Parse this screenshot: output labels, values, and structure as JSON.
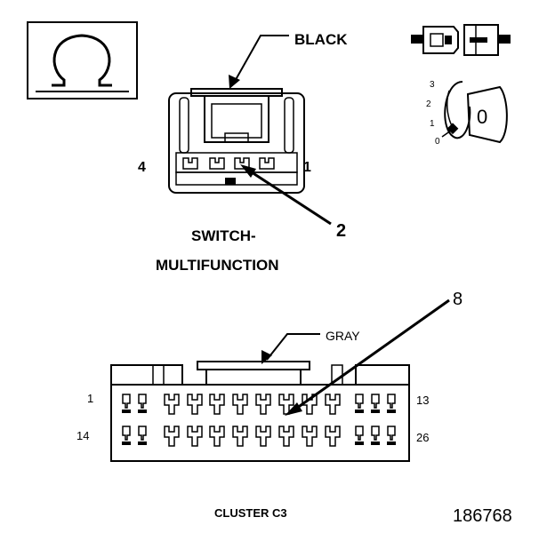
{
  "ohm_symbol": "Ω",
  "top_connector": {
    "color_label": "BLACK",
    "pin_left": "4",
    "pin_right": "1",
    "callout": "2",
    "name_line1": "SWITCH-",
    "name_line2": "MULTIFUNCTION"
  },
  "ignition": {
    "positions": [
      "3",
      "2",
      "1",
      "0"
    ],
    "key_label": "0"
  },
  "bottom_connector": {
    "color_label": "GRAY",
    "callout": "8",
    "pin_top_left": "1",
    "pin_top_right": "13",
    "pin_bottom_left": "14",
    "pin_bottom_right": "26",
    "name": "CLUSTER C3"
  },
  "figure_number": "186768"
}
